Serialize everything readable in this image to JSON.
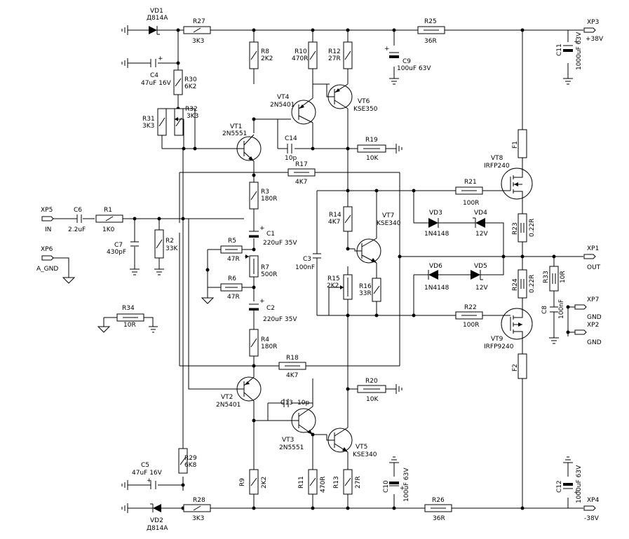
{
  "components": {
    "VD1": {
      "ref": "VD1",
      "value": "Д814А"
    },
    "VD2": {
      "ref": "VD2",
      "value": "Д814А"
    },
    "VD3": {
      "ref": "VD3",
      "value": "1N4148"
    },
    "VD4": {
      "ref": "VD4",
      "value": "12V"
    },
    "VD5": {
      "ref": "VD5",
      "value": "12V"
    },
    "VD6": {
      "ref": "VD6",
      "value": "1N4148"
    },
    "VT1": {
      "ref": "VT1",
      "value": "2N5551"
    },
    "VT2": {
      "ref": "VT2",
      "value": "2N5401"
    },
    "VT3": {
      "ref": "VT3",
      "value": "2N5551"
    },
    "VT4": {
      "ref": "VT4",
      "value": "2N5401"
    },
    "VT5": {
      "ref": "VT5",
      "value": "KSE340"
    },
    "VT6": {
      "ref": "VT6",
      "value": "KSE350"
    },
    "VT7": {
      "ref": "VT7",
      "value": "KSE340"
    },
    "VT8": {
      "ref": "VT8",
      "value": "IRFP240"
    },
    "VT9": {
      "ref": "VT9",
      "value": "IRFP9240"
    },
    "R1": {
      "ref": "R1",
      "value": "1K0"
    },
    "R2": {
      "ref": "R2",
      "value": "33K"
    },
    "R3": {
      "ref": "R3",
      "value": "180R"
    },
    "R4": {
      "ref": "R4",
      "value": "180R"
    },
    "R5": {
      "ref": "R5",
      "value": "47R"
    },
    "R6": {
      "ref": "R6",
      "value": "47R"
    },
    "R7": {
      "ref": "R7",
      "value": "500R"
    },
    "R8": {
      "ref": "R8",
      "value": "2K2"
    },
    "R9": {
      "ref": "R9",
      "value": "2K2"
    },
    "R10": {
      "ref": "R10",
      "value": "470R"
    },
    "R11": {
      "ref": "R11",
      "value": "470R"
    },
    "R12": {
      "ref": "R12",
      "value": "27R"
    },
    "R13": {
      "ref": "R13",
      "value": "27R"
    },
    "R14": {
      "ref": "R14",
      "value": "4K7"
    },
    "R15": {
      "ref": "R15",
      "value": "2K2"
    },
    "R16": {
      "ref": "R16",
      "value": "33R"
    },
    "R17": {
      "ref": "R17",
      "value": "4K7"
    },
    "R18": {
      "ref": "R18",
      "value": "4K7"
    },
    "R19": {
      "ref": "R19",
      "value": "10K"
    },
    "R20": {
      "ref": "R20",
      "value": "10K"
    },
    "R21": {
      "ref": "R21",
      "value": "100R"
    },
    "R22": {
      "ref": "R22",
      "value": "100R"
    },
    "R23": {
      "ref": "R23",
      "value": "0.22R"
    },
    "R24": {
      "ref": "R24",
      "value": "0.22R"
    },
    "R25": {
      "ref": "R25",
      "value": "36R"
    },
    "R26": {
      "ref": "R26",
      "value": "36R"
    },
    "R27": {
      "ref": "R27",
      "value": "3K3"
    },
    "R28": {
      "ref": "R28",
      "value": "3K3"
    },
    "R29": {
      "ref": "R29",
      "value": "6K8"
    },
    "R30": {
      "ref": "R30",
      "value": "6K2"
    },
    "R31": {
      "ref": "R31",
      "value": "3K3"
    },
    "R32": {
      "ref": "R32",
      "value": "3K3"
    },
    "R33": {
      "ref": "R33",
      "value": "10R"
    },
    "R34": {
      "ref": "R34",
      "value": "10R"
    },
    "C1": {
      "ref": "C1",
      "value": "220uF 35V"
    },
    "C2": {
      "ref": "C2",
      "value": "220uF 35V"
    },
    "C3": {
      "ref": "C3",
      "value": "100nF"
    },
    "C4": {
      "ref": "C4",
      "value": "47uF 16V"
    },
    "C5": {
      "ref": "C5",
      "value": "47uF 16V"
    },
    "C6": {
      "ref": "C6",
      "value": "2.2uF"
    },
    "C7": {
      "ref": "C7",
      "value": "430pF"
    },
    "C8": {
      "ref": "C8",
      "value": "100nF"
    },
    "C9": {
      "ref": "C9",
      "value": "100uF 63V"
    },
    "C10": {
      "ref": "C10",
      "value": "100uF 63V"
    },
    "C11": {
      "ref": "C11",
      "value": "1000uF 63V"
    },
    "C12": {
      "ref": "C12",
      "value": "1000uF 63V"
    },
    "C13": {
      "ref": "C13",
      "value": "10p"
    },
    "C14": {
      "ref": "C14",
      "value": "10p"
    },
    "F1": {
      "ref": "F1"
    },
    "F2": {
      "ref": "F2"
    }
  },
  "connectors": {
    "XP1": {
      "ref": "XP1",
      "label": "OUT"
    },
    "XP2": {
      "ref": "XP2",
      "label": "GND"
    },
    "XP3": {
      "ref": "XP3",
      "label": "+38V"
    },
    "XP4": {
      "ref": "XP4",
      "label": "-38V"
    },
    "XP5": {
      "ref": "XP5",
      "label": "IN"
    },
    "XP6": {
      "ref": "XP6",
      "label": "A_GND"
    },
    "XP7": {
      "ref": "XP7",
      "label": "GND"
    }
  },
  "sign_plus": "+"
}
